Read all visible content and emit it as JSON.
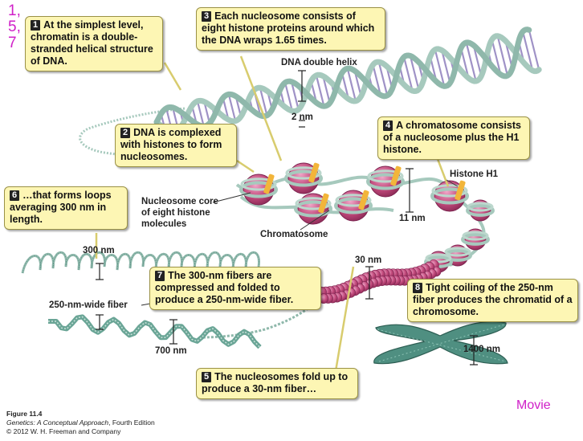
{
  "slide_numbers": [
    "1,",
    "5,",
    "7"
  ],
  "callouts": [
    {
      "num": "1",
      "text": "At the simplest level, chromatin is a double-stranded helical structure of DNA."
    },
    {
      "num": "2",
      "text": "DNA is complexed with histones to form nucleosomes."
    },
    {
      "num": "3",
      "text": "Each nucleosome consists of eight histone proteins around which the DNA wraps 1.65 times."
    },
    {
      "num": "4",
      "text": "A chromatosome consists of a nucleosome plus the H1 histone."
    },
    {
      "num": "5",
      "text": "The nucleosomes fold up to produce a 30-nm fiber…"
    },
    {
      "num": "6",
      "text": "…that forms loops averaging 300 nm in length."
    },
    {
      "num": "7",
      "text": "The 300-nm fibers are compressed and folded to produce a 250-nm-wide fiber."
    },
    {
      "num": "8",
      "text": "Tight coiling of the 250-nm fiber produces the chromatid of a chromosome."
    }
  ],
  "labels": {
    "dna_double_helix": "DNA double helix",
    "two_nm": "2 nm",
    "histone_h1": "Histone H1",
    "eleven_nm": "11 nm",
    "nucleosome_core": "Nucleosome core of eight histone molecules",
    "chromatosome": "Chromatosome",
    "three_hundred_nm": "300 nm",
    "thirty_nm": "30 nm",
    "fiber_250": "250-nm-wide fiber",
    "seven_hundred_nm": "700 nm",
    "fourteen_hundred_nm": "1400 nm"
  },
  "movie_link": "Movie",
  "caption": {
    "figure": "Figure 11.4",
    "book_title": "Genetics: A Conceptual Approach",
    "edition": ", Fourth Edition",
    "copyright": "© 2012 W. H. Freeman and Company"
  },
  "colors": {
    "callout_bg": "#fdf6b4",
    "dna_strand": "#a6c9bd",
    "dna_bases": "#8f7fbd",
    "histone": "#c0487a",
    "histone_h1": "#f2b53a",
    "highlight": "#d020c8"
  }
}
